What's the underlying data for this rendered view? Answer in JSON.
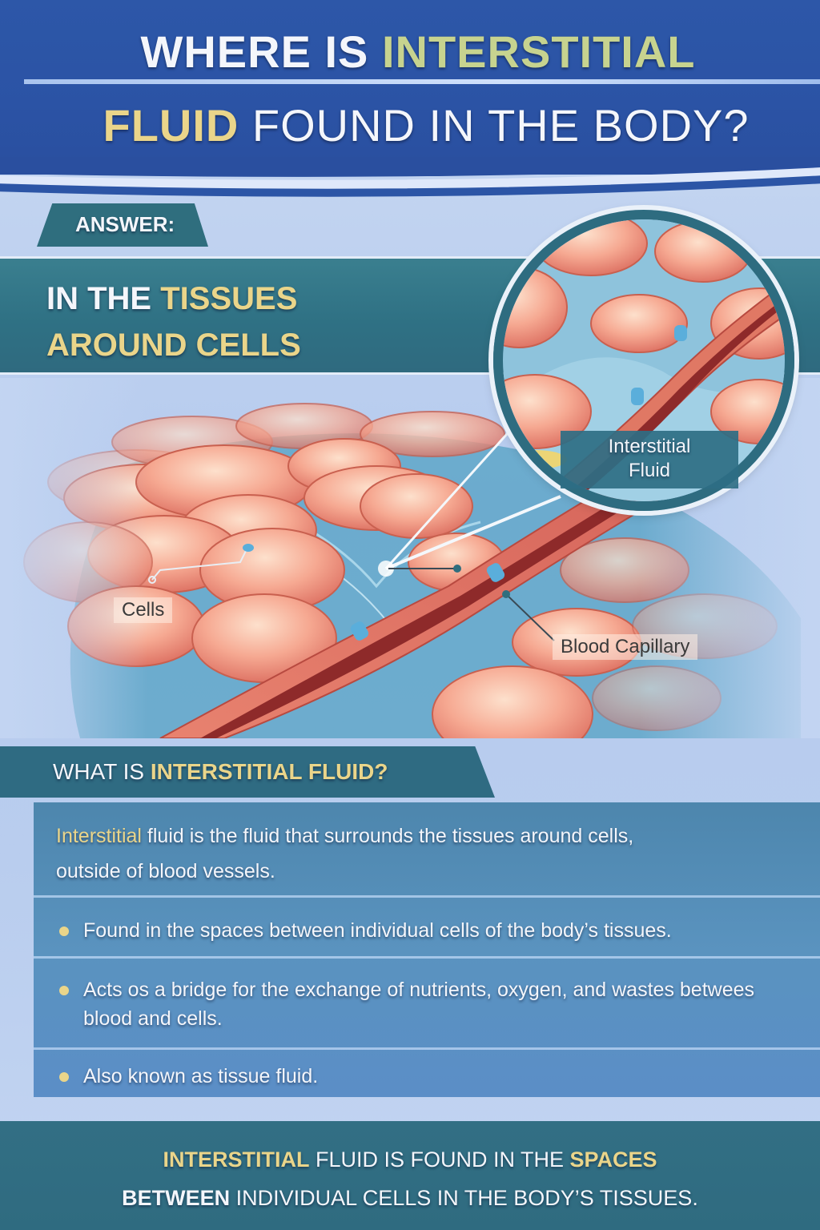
{
  "header": {
    "title_line1": {
      "white": "WHERE IS ",
      "accent": "INTERSTITIAL"
    },
    "title_line2": {
      "accent": "FLUID",
      "white": " FOUND IN THE BODY?"
    }
  },
  "answer": {
    "label": "ANSWER:",
    "line1_white": "IN THE ",
    "line1_accent": "TISSUES",
    "line2_accent": "AROUND CELLS"
  },
  "illustration": {
    "magnifier_label_line1": "Interstitial",
    "magnifier_label_line2": "Fluid",
    "callouts": {
      "cells": "Cells",
      "blood_capillary": "Blood Capillary"
    }
  },
  "what_is": {
    "heading_white": "WHAT IS ",
    "heading_accent": "INTERSTITIAL FLUID?",
    "intro_accent": "Interstitial",
    "intro_rest": " fluid is the fluid that surrounds the tissues around cells, outside of blood vessels.",
    "bullets": [
      "Found in the spaces between individual cells of the body’s tissues.",
      "Acts os a bridge for the exchange of nutrients, oxygen, and wastes betwees blood and cells.",
      "Also known as tissue fluid."
    ]
  },
  "footer": {
    "l1_accent1": "INTERSTITIAL",
    "l1_white": " FLUID IS FOUND IN THE ",
    "l1_accent2": "SPACES",
    "l2_bold": "BETWEEN",
    "l2_white": " INDIVIDUAL CELLS IN THE BODY’S TISSUES."
  },
  "colors": {
    "header_blue": "#2d57a8",
    "teal_panel": "#2f7184",
    "accent_gold": "#ead58a",
    "accent_olive": "#c7d38f",
    "cell_pink": "#f29a86",
    "fluid_blue": "#5fa6c8",
    "capillary_red": "#b8433c"
  }
}
